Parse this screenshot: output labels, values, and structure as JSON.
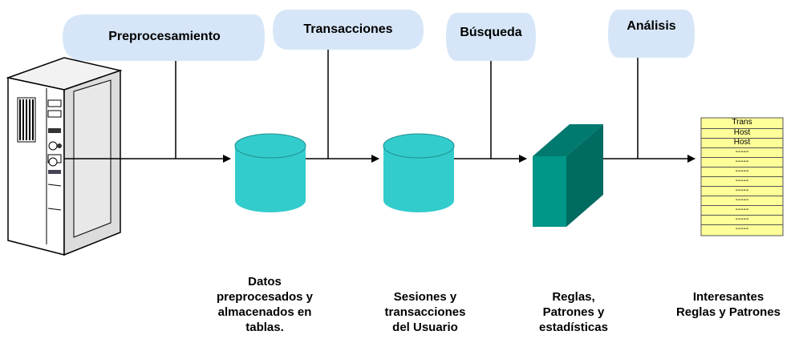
{
  "stages": [
    {
      "label": "Preprocesamiento"
    },
    {
      "label": "Transacciones"
    },
    {
      "label": "Búsqueda"
    },
    {
      "label": "Análisis"
    }
  ],
  "captions": [
    {
      "lines": [
        "Datos",
        "preprocesados  y",
        "almacenados en",
        "tablas."
      ]
    },
    {
      "lines": [
        "Sesiones  y",
        "transacciones",
        "del Usuario"
      ]
    },
    {
      "lines": [
        "Reglas,",
        "Patrones y",
        "estadísticas"
      ]
    },
    {
      "lines": [
        "Interesantes",
        "Reglas y Patrones"
      ]
    }
  ],
  "records": [
    "Trans",
    "Host",
    "Host",
    "-----",
    "-----",
    "-----",
    "-----",
    "-----",
    "-----",
    "-----",
    "-----",
    "-----"
  ],
  "colors": {
    "stage_fill": "#d6e6f8",
    "cylinder": "#33cccc",
    "cube_front": "#009688",
    "cube_top": "#007a6e",
    "cube_side": "#006b60",
    "records_fill": "#ffff99"
  }
}
